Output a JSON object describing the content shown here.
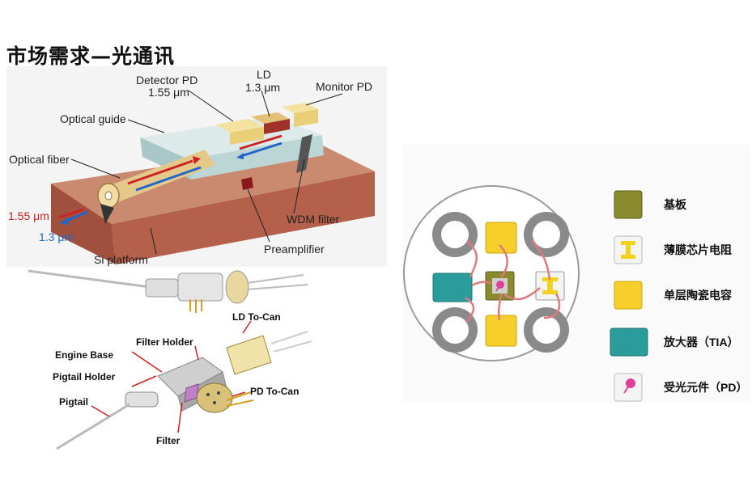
{
  "title": "市场需求—光通讯",
  "top_figure": {
    "labels": {
      "detector": "Detector PD",
      "detector_wl": "1.55 μm",
      "ld": "LD",
      "ld_wl": "1.3 μm",
      "monitor": "Monitor PD",
      "optical_guide": "Optical guide",
      "optical_fiber": "Optical fiber",
      "wl_155": "1.55 μm",
      "wl_13": "1.3 μm",
      "wdm": "WDM filter",
      "preamp": "Preamplifier",
      "si_platform": "Si platform"
    },
    "colors": {
      "platform": "#b5604a",
      "guide": "#c9dede",
      "fiber": "#e4c98a",
      "red_arrow": "#cc2222",
      "blue_arrow": "#2266cc"
    }
  },
  "bottom_figure": {
    "labels": {
      "ld_to_can": "LD To-Can",
      "filter_holder": "Filter Holder",
      "engine_base": "Engine Base",
      "pigtail_holder": "Pigtail Holder",
      "pigtail": "Pigtail",
      "pd_to_can": "PD To-Can",
      "filter": "Filter"
    }
  },
  "legend": {
    "items": [
      {
        "label": "基板",
        "color": "#8a8a2e",
        "icon": "substrate-swatch"
      },
      {
        "label": "薄膜芯片电阻",
        "color": "#f2d21c",
        "icon": "thin-film-resistor-swatch"
      },
      {
        "label": "单层陶瓷电容",
        "color": "#f7cf2a",
        "icon": "ceramic-capacitor-swatch"
      },
      {
        "label": "放大器（TIA）",
        "color": "#2a9c9c",
        "icon": "amplifier-swatch"
      },
      {
        "label": "受光元件（PD）",
        "color": "#e0409a",
        "icon": "photodiode-swatch"
      }
    ]
  }
}
